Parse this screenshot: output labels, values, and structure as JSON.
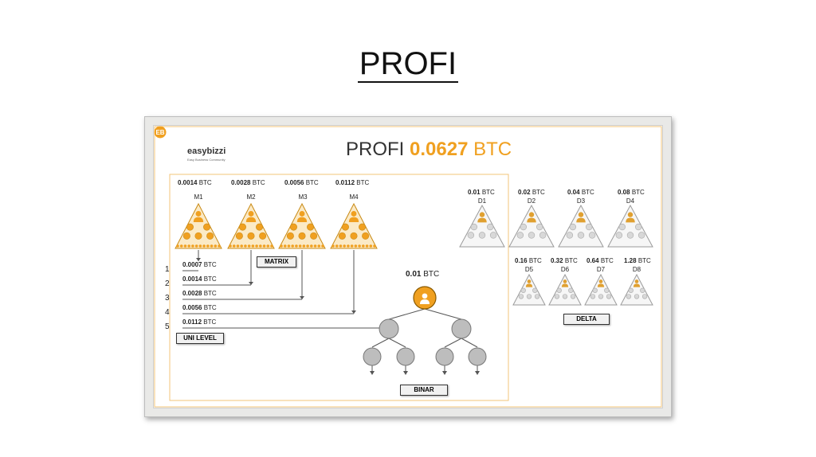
{
  "slide_title": "PROFI",
  "header": {
    "prefix": "PROFI",
    "amount": "0.0627",
    "unit": "BTC"
  },
  "logo": {
    "name": "easybizzi",
    "tagline": "Easy Business Community"
  },
  "matrix": {
    "label": "MATRIX",
    "items": [
      {
        "name": "M1",
        "price": "0.0014",
        "unit": "BTC"
      },
      {
        "name": "M2",
        "price": "0.0028",
        "unit": "BTC"
      },
      {
        "name": "M3",
        "price": "0.0056",
        "unit": "BTC"
      },
      {
        "name": "M4",
        "price": "0.0112",
        "unit": "BTC"
      }
    ]
  },
  "unilevel": {
    "label": "UNI LEVEL",
    "levels": [
      {
        "num": "1",
        "price": "0.0007",
        "unit": "BTC"
      },
      {
        "num": "2",
        "price": "0.0014",
        "unit": "BTC"
      },
      {
        "num": "3",
        "price": "0.0028",
        "unit": "BTC"
      },
      {
        "num": "4",
        "price": "0.0056",
        "unit": "BTC"
      },
      {
        "num": "5",
        "price": "0.0112",
        "unit": "BTC"
      }
    ]
  },
  "binar": {
    "label": "BINAR",
    "price": "0.01",
    "unit": "BTC"
  },
  "delta": {
    "label": "DELTA",
    "items": [
      {
        "name": "D1",
        "price": "0.01",
        "unit": "BTC"
      },
      {
        "name": "D2",
        "price": "0.02",
        "unit": "BTC"
      },
      {
        "name": "D3",
        "price": "0.04",
        "unit": "BTC"
      },
      {
        "name": "D4",
        "price": "0.08",
        "unit": "BTC"
      },
      {
        "name": "D5",
        "price": "0.16",
        "unit": "BTC"
      },
      {
        "name": "D6",
        "price": "0.32",
        "unit": "BTC"
      },
      {
        "name": "D7",
        "price": "0.64",
        "unit": "BTC"
      },
      {
        "name": "D8",
        "price": "1.28",
        "unit": "BTC"
      }
    ]
  },
  "colors": {
    "accent": "#f0a020",
    "frame": "#e9e9e7",
    "node_gray": "#bdbdbd"
  }
}
